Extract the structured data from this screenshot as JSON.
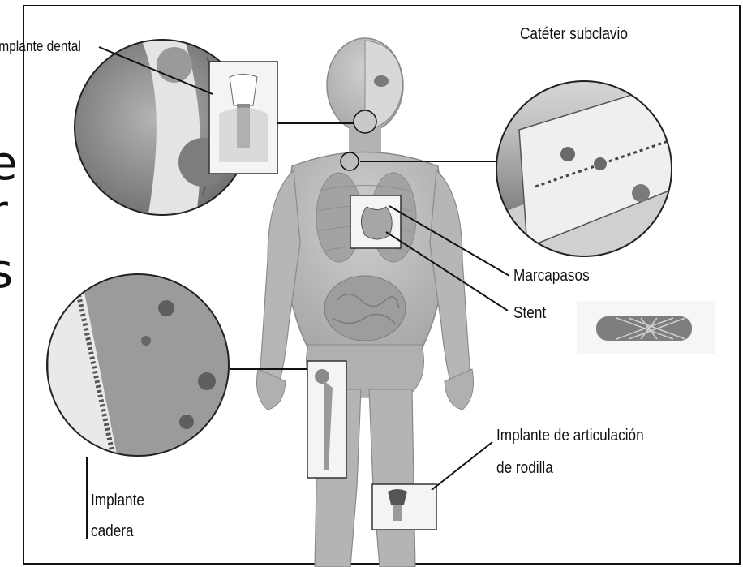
{
  "labels": {
    "dental": "Implante dental",
    "subclavian": "Catéter subclavio",
    "pacemaker": "Marcapasos",
    "stent": "Stent",
    "knee_line1": "Implante de articulación",
    "knee_line2": "de rodilla",
    "hip_line1": "Implante",
    "hip_line2": "cadera"
  },
  "left_edge_fragments": [
    "e",
    "r",
    "s"
  ],
  "colors": {
    "outline": "#111111",
    "figure": "#bdbdbd",
    "organ": "#9a9a9a",
    "lens_bg": "#8c8c8c"
  }
}
